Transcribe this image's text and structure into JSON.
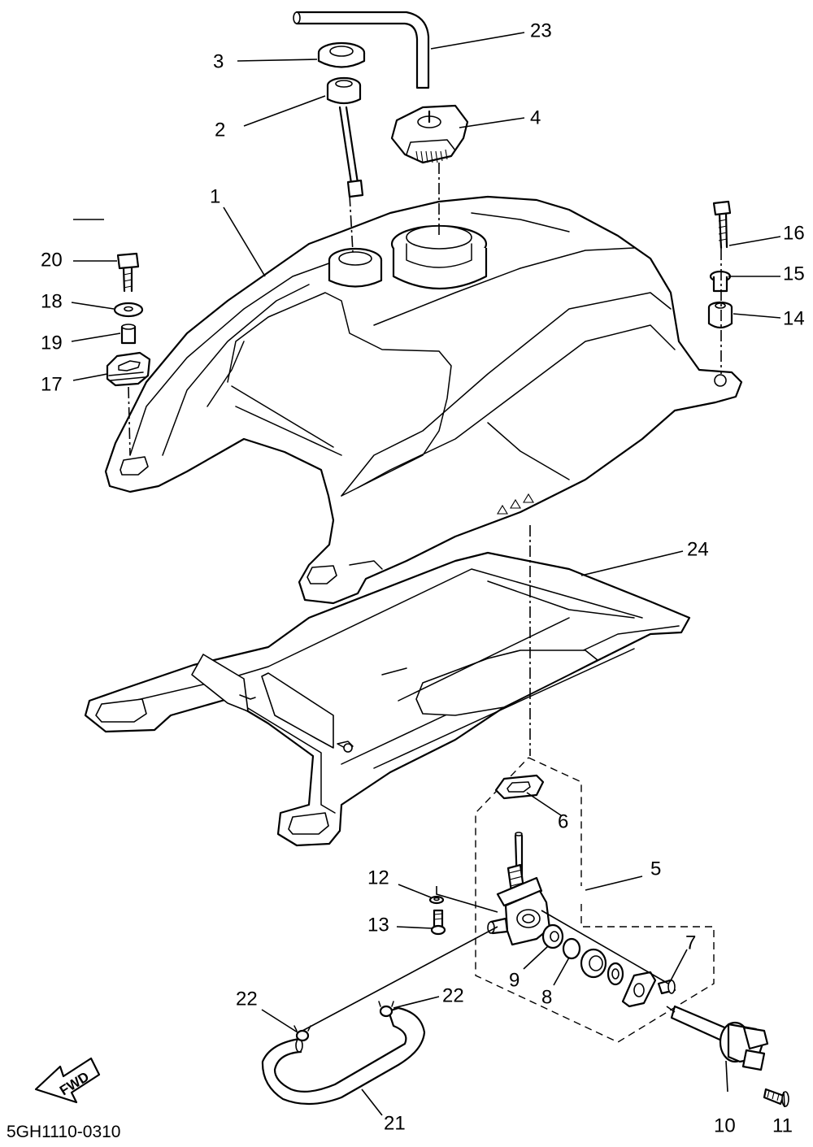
{
  "diagram_code": "5GH1110-0310",
  "fwd_label": "FWD",
  "callouts": [
    {
      "id": "1",
      "text": "1"
    },
    {
      "id": "2",
      "text": "2"
    },
    {
      "id": "3",
      "text": "3"
    },
    {
      "id": "4",
      "text": "4"
    },
    {
      "id": "5",
      "text": "5"
    },
    {
      "id": "6",
      "text": "6"
    },
    {
      "id": "7",
      "text": "7"
    },
    {
      "id": "8",
      "text": "8"
    },
    {
      "id": "9",
      "text": "9"
    },
    {
      "id": "10",
      "text": "10"
    },
    {
      "id": "11",
      "text": "11"
    },
    {
      "id": "12",
      "text": "12"
    },
    {
      "id": "13",
      "text": "13"
    },
    {
      "id": "14",
      "text": "14"
    },
    {
      "id": "15",
      "text": "15"
    },
    {
      "id": "16",
      "text": "16"
    },
    {
      "id": "17",
      "text": "17"
    },
    {
      "id": "18",
      "text": "18"
    },
    {
      "id": "19",
      "text": "19"
    },
    {
      "id": "20",
      "text": "20"
    },
    {
      "id": "21",
      "text": "21"
    },
    {
      "id": "22a",
      "text": "22"
    },
    {
      "id": "22b",
      "text": "22"
    },
    {
      "id": "23",
      "text": "23"
    },
    {
      "id": "24",
      "text": "24"
    }
  ]
}
